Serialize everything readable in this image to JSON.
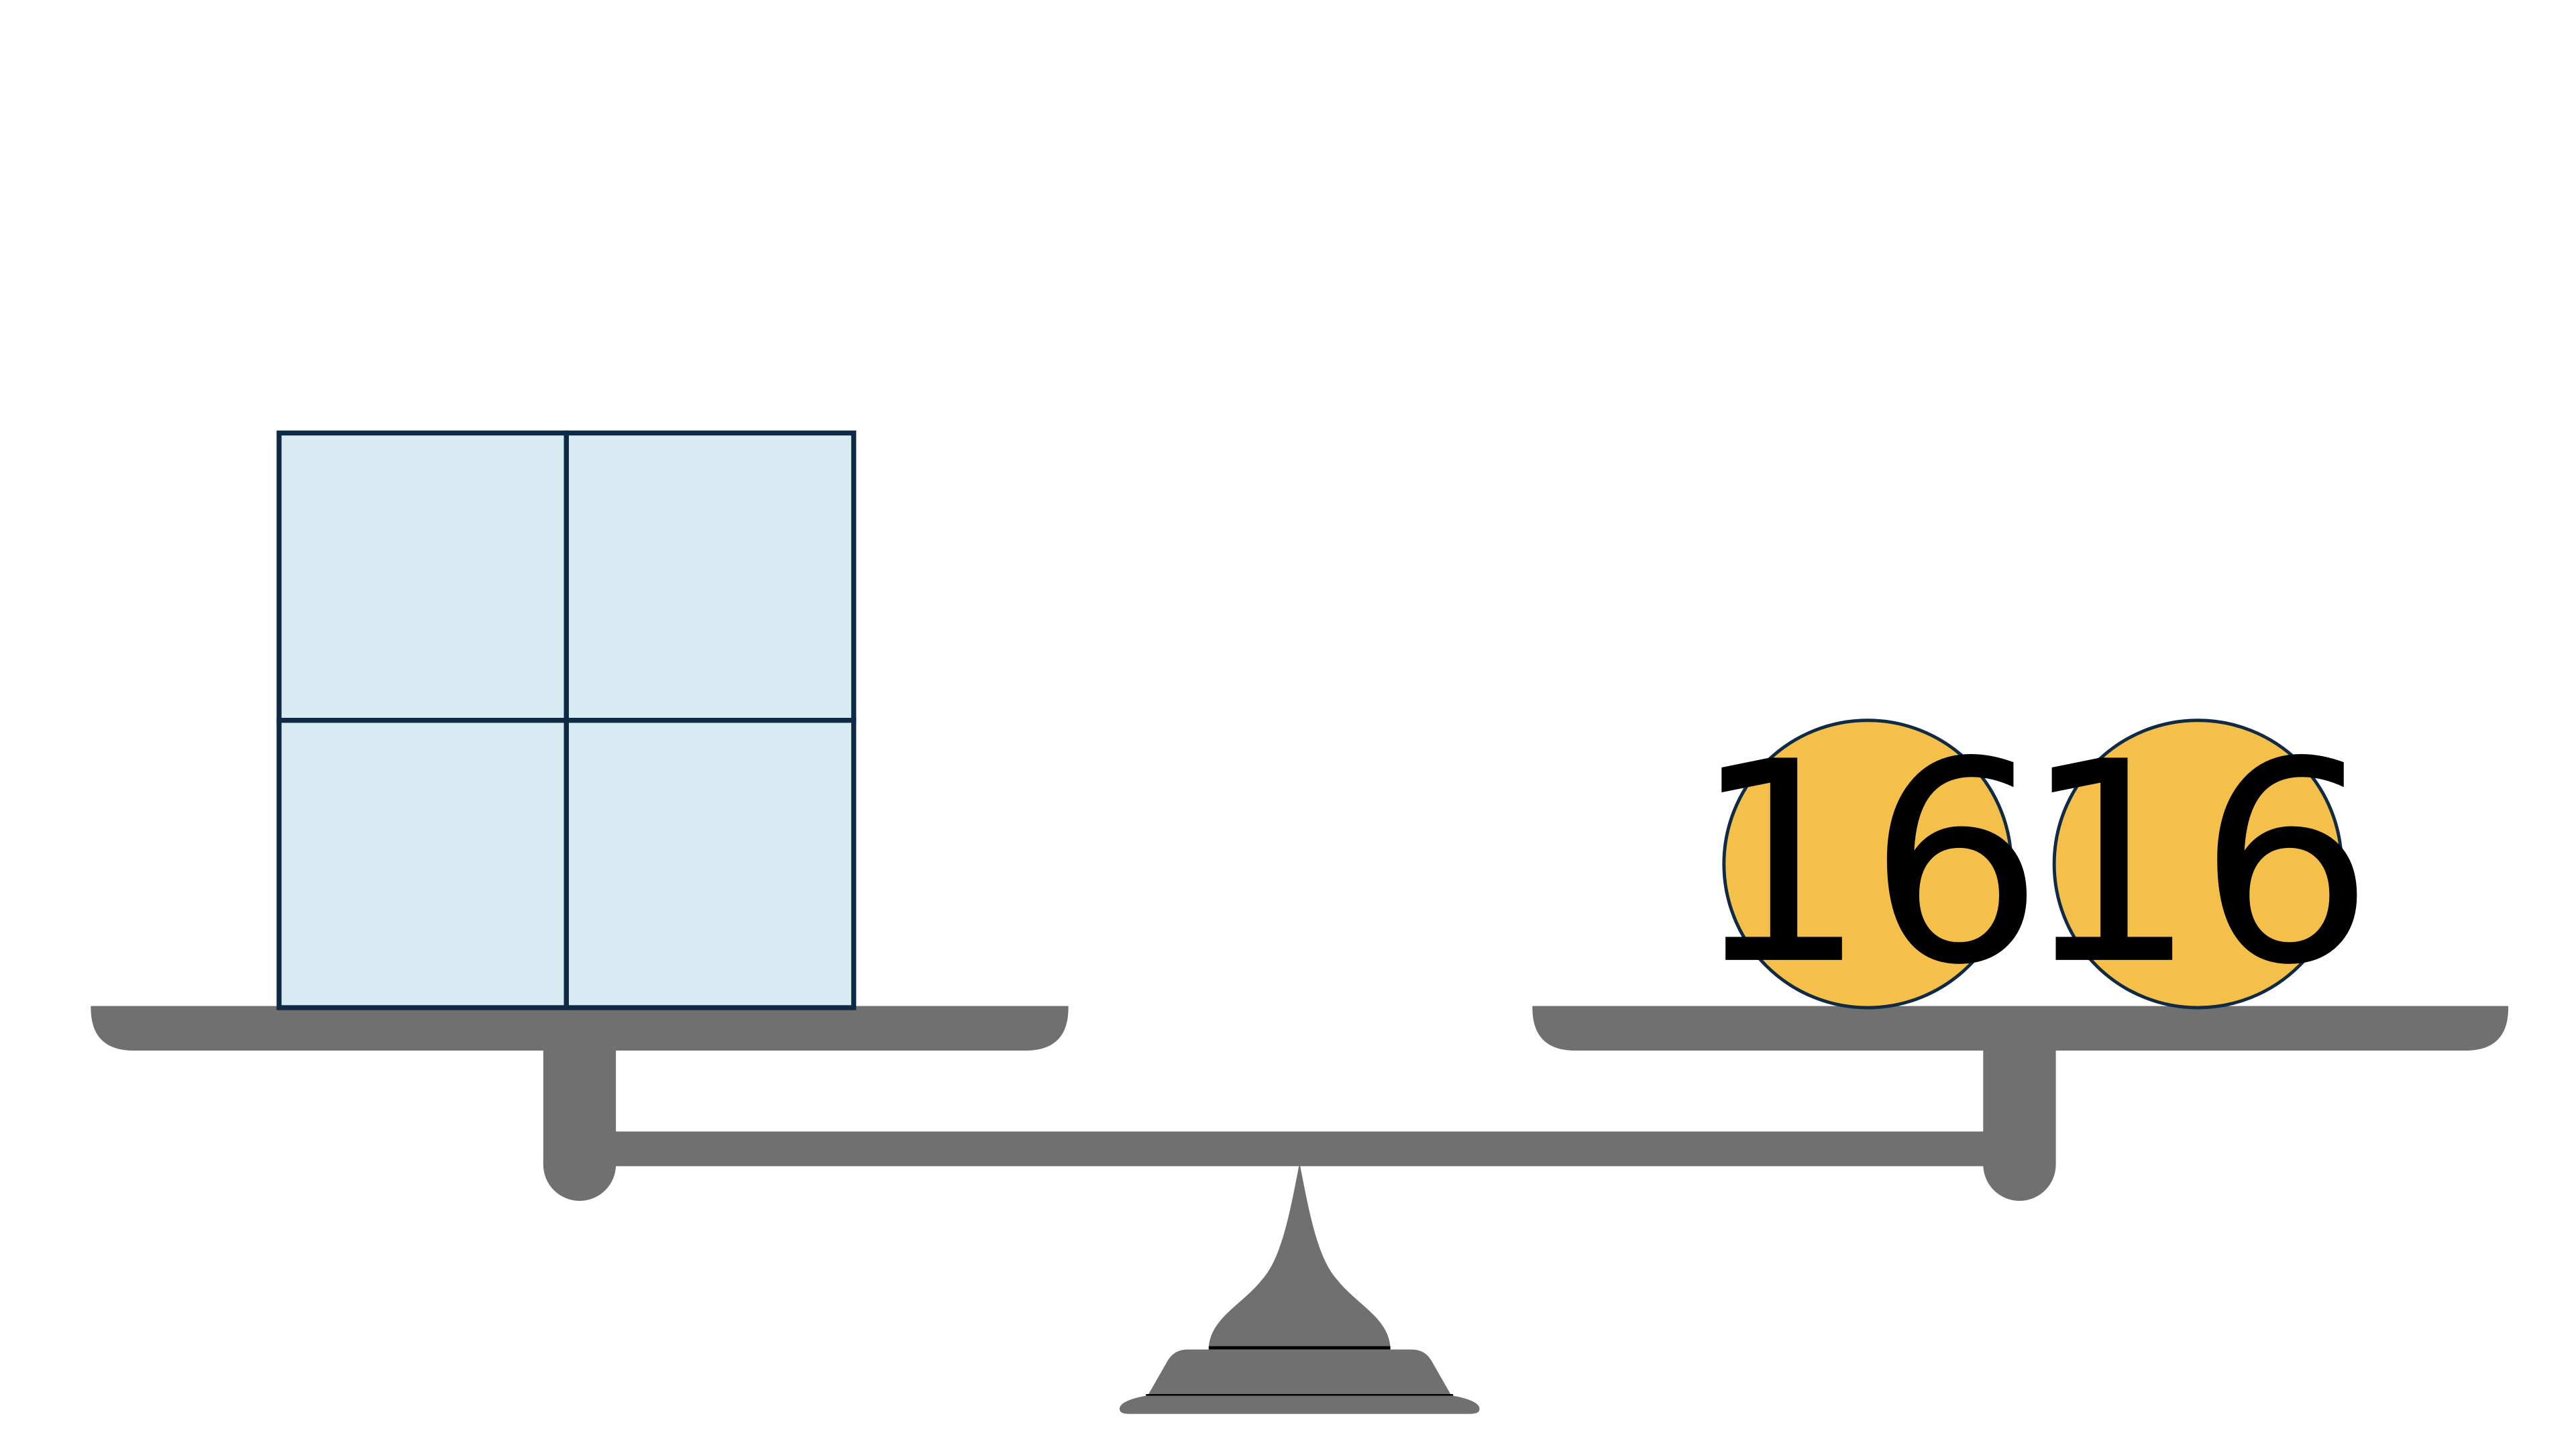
{
  "colors": {
    "scale": "#707070",
    "block_fill": "#d9ebf2",
    "block_stroke": "#0f2a44",
    "coin_fill": "#f4c04a",
    "coin_stroke": "#0f2a44",
    "background": "#ffffff"
  },
  "scale": {
    "left_pan": {
      "block": {
        "rows": 2,
        "cols": 2
      }
    },
    "right_pan": {
      "coins": [
        {
          "label": "16"
        },
        {
          "label": "16"
        }
      ]
    }
  }
}
